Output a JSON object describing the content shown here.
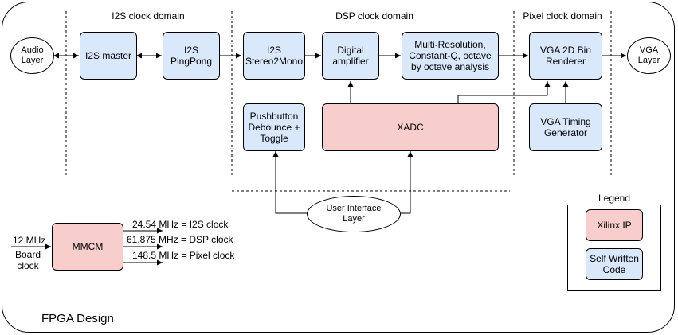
{
  "domains": {
    "i2s": "I2S clock domain",
    "dsp": "DSP clock domain",
    "pixel": "Pixel clock domain"
  },
  "nodes": {
    "audio_layer": "Audio\nLayer",
    "i2s_master": "I2S master",
    "i2s_pingpong": "I2S\nPingPong",
    "i2s_stereo2mono": "I2S\nStereo2Mono",
    "digital_amplifier": "Digital\namplifier",
    "mrcq": "Multi-Resolution,\nConstant-Q, octave\nby octave analysis",
    "vga_renderer": "VGA 2D Bin\nRenderer",
    "vga_layer": "VGA\nLayer",
    "pushbutton": "Pushbutton\nDebounce +\nToggle",
    "xadc": "XADC",
    "vga_timing": "VGA Timing\nGenerator",
    "ui_layer": "User Interface\nLayer",
    "mmcm": "MMCM"
  },
  "clocks": {
    "input_freq": "12 MHz",
    "input_label": "Board\nclock",
    "outputs": [
      "24.54 MHz = I2S clock",
      "61.875 MHz = DSP clock",
      "148.5 MHz = Pixel clock"
    ]
  },
  "legend": {
    "title": "Legend",
    "xilinx_ip": "Xilinx IP",
    "self_written": "Self Written\nCode"
  },
  "colors": {
    "ip_fill": "#f8cecc",
    "code_fill": "#dae8fc"
  },
  "design_title": "FPGA Design"
}
